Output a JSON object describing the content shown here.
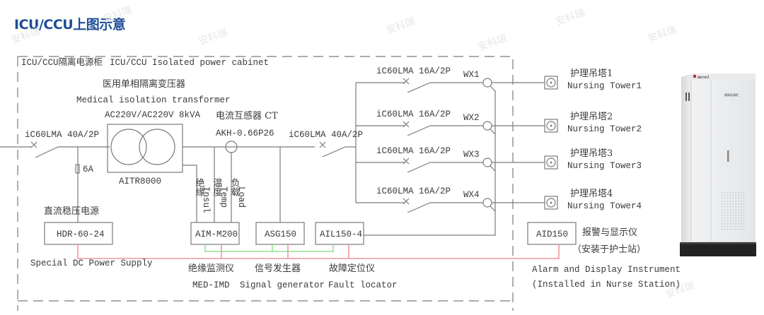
{
  "title": "ICU/CCU上图示意",
  "watermark": "安科瑞",
  "cabinet_label": {
    "cn": "ICU/CCU隔离电源柜",
    "en": "ICU/CCU Isolated power cabinet"
  },
  "main_breaker": "iC60LMA 40A/2P",
  "fuse": "6A",
  "transformer": {
    "cn": "医用单相隔离变压器",
    "en": "Medical isolation transformer",
    "rating": "AC220V/AC220V 8kVA",
    "model": "AITR8000"
  },
  "ct": {
    "cn": "电流互感器 CT",
    "model": "AKH-0.66P26"
  },
  "out_breaker": "iC60LMA 40A/2P",
  "signals": {
    "insul": {
      "cn": "绝缘",
      "en": "Insul"
    },
    "temp": {
      "cn": "温度",
      "en": "Temp"
    },
    "load": {
      "cn": "负载",
      "en": "Load"
    }
  },
  "power_supply": {
    "cn": "直流稳压电源",
    "model": "HDR-60-24",
    "en": "Special DC Power Supply"
  },
  "devices": [
    {
      "model": "AIM-M200",
      "cn": "绝缘监测仪",
      "en": "MED-IMD"
    },
    {
      "model": "ASG150",
      "cn": "信号发生器",
      "en": "Signal generator"
    },
    {
      "model": "AIL150-4",
      "cn": "故障定位仪",
      "en": "Fault locator"
    }
  ],
  "branches": [
    {
      "breaker": "iC60LMA 16A/2P",
      "ct": "WX1",
      "tower_cn": "护理吊塔1",
      "tower_en": "Nursing Tower1"
    },
    {
      "breaker": "iC60LMA 16A/2P",
      "ct": "WX2",
      "tower_cn": "护理吊塔2",
      "tower_en": "Nursing Tower2"
    },
    {
      "breaker": "iC60LMA 16A/2P",
      "ct": "WX3",
      "tower_cn": "护理吊塔3",
      "tower_en": "Nursing Tower3"
    },
    {
      "breaker": "iC60LMA 16A/2P",
      "ct": "WX4",
      "tower_cn": "护理吊塔4",
      "tower_en": "Nursing Tower4"
    }
  ],
  "alarm": {
    "model": "AID150",
    "cn": "报警与显示仪",
    "cn_note": "（安装于护士站）",
    "en": "Alarm and Display Instrument",
    "en_note": "(Installed in Nurse Station)"
  },
  "product_image": {
    "brand": "Acrel",
    "label": "隔离电源柜"
  },
  "colors": {
    "title": "#1f4e96",
    "line": "#7a7a7a",
    "power_bus": "#f08080",
    "signal_bus": "#7ddc7d"
  }
}
